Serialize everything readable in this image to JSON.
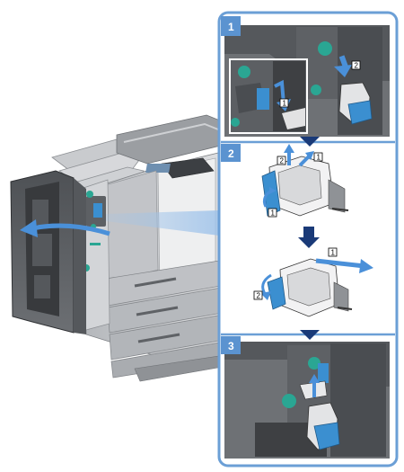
{
  "steps": [
    {
      "number": "1",
      "callouts": [
        "1",
        "2"
      ]
    },
    {
      "number": "2",
      "callouts": [
        "2",
        "1",
        "1",
        "1",
        "2"
      ]
    },
    {
      "number": "3",
      "callouts": []
    }
  ],
  "colors": {
    "panel_border": "#6b9fd6",
    "badge": "#5b93d0",
    "arrow_blue": "#4a90d9",
    "step_arrow": "#1a3a78",
    "teal": "#2aa693",
    "cartridge_blue": "#3b8fd0",
    "machine_gray": "#8a8d91",
    "dark_gray": "#3e4043"
  },
  "icons": {
    "pull": "curved-arrow-left",
    "down": "arrow-down",
    "step_next": "triangle-down"
  }
}
